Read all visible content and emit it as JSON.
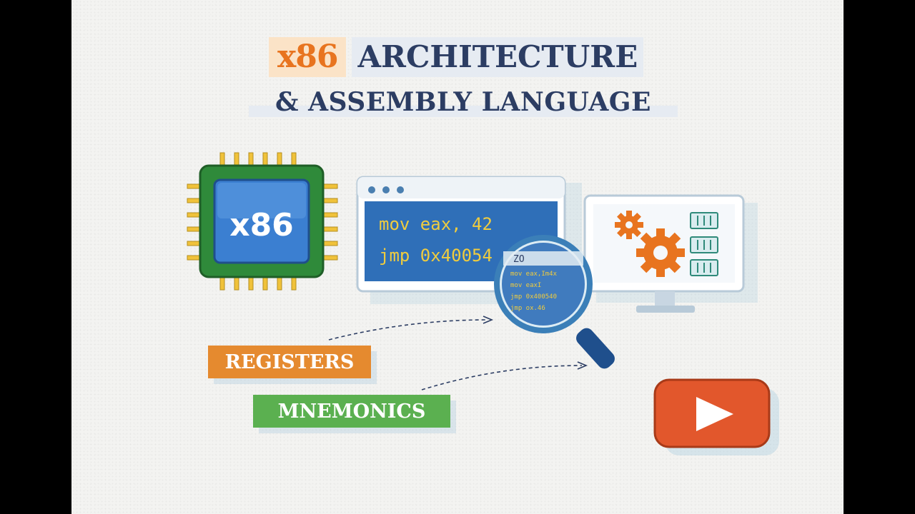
{
  "title": {
    "highlight": "x86",
    "line1_rest": "ARCHITECTURE",
    "line2": "& ASSEMBLY LANGUAGE"
  },
  "chip": {
    "label": "x86"
  },
  "code_window": {
    "line1": "mov eax, 42",
    "line2": "jmp 0x40054"
  },
  "magnifier": {
    "header": "ZO",
    "lines": [
      "mov eax,Im4x",
      "mov eaxI",
      "jmp 0x400540",
      "jmp ox.46"
    ]
  },
  "labels": {
    "registers": "REGISTERS",
    "mnemonics": "MNEMONICS"
  },
  "icons": {
    "chip": "cpu-chip-icon",
    "window_dots": "window-dots-icon",
    "gear": "gear-icon",
    "monitor": "monitor-icon",
    "play": "play-button-icon",
    "magnifier": "magnifying-glass-icon"
  },
  "colors": {
    "accent_orange": "#e8741f",
    "navy": "#2c3d63",
    "chip_green": "#2f8a3a",
    "chip_blue": "#3b7fd1",
    "play_red": "#e2572c"
  }
}
